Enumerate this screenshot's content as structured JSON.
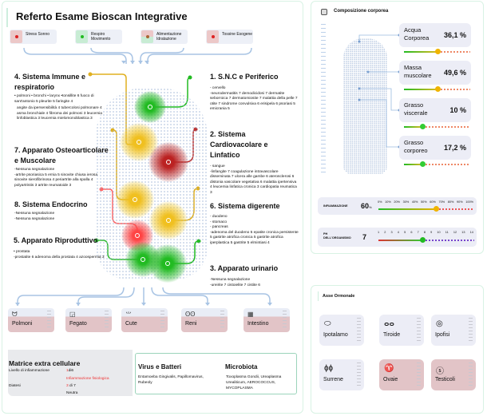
{
  "title": "Referto Esame Bioscan Integrative",
  "factors": [
    {
      "label": "Stress Sonno",
      "status": "red"
    },
    {
      "label": "Respiro Movimento",
      "status": "green"
    },
    {
      "label": "Alimentazione Idratazione",
      "status": "red-green"
    },
    {
      "label": "Tossine Esogene",
      "status": "red"
    }
  ],
  "systems": {
    "s4": {
      "title": "4. Sistema Immune e respiratorio",
      "items": "• polmoni • bronchi • larynx •tonsillite 6 fuoco di sant'antonio 5 pleurite 5 faringite 4",
      "detail": "angite da ipersensibilità 4 tubercolosi polmonare 4 asma bronchiale 4 fibroma dei polmoni 3 leucemia linfoblastica 3 leucemia mielomonoblastica 3"
    },
    "s7": {
      "title": "7. Apparato Osteoarticolare e Muscolare",
      "items": "-Nessuna segnalazione",
      "detail": "-artrite psoriasica 5 ernia 5 sinovite chiusa ierosa sinovite sierofibrinosa 4 periartrite alla spalla 4 polyartristis 3 artrite reumatoide 3"
    },
    "s8": {
      "title": "8. Sistema Endocrino",
      "items": "-Nessuna    segnalazione",
      "detail": "-Nessuna segnalazione"
    },
    "s5": {
      "title": "5. Apparato Riproduttivo",
      "items": "• prostata",
      "detail": "-prostatite 6 adenoma della prostata 4 azoospermia 3"
    },
    "s1": {
      "title": "1. S.N.C e Periferico",
      "items": "- cervello",
      "detail": "-neurodermatitis 7 demodicidosi 7 dermatite seborroica 7 dermatomiosite 7 malattia della pelle 7 otite 7 sindrome convulsiva 6 erisipela 6 psoriasi 5 emicrania 5"
    },
    "s2": {
      "title": "2. Sistema Cardiovacolare e Linfatico",
      "items": "- sangue",
      "detail": "-linfangite 7 coagulazione intravascolare disseminata 7 ulcera alle gambe 6 aterosclerosi 6 distonia vascolare vegetativa 6 malattia ipertensiva 4 leucemia linfatica cronica 3 cardiopatia reumatica 3"
    },
    "s6": {
      "title": "6. Sistema digerente",
      "items": "- duodeno\n- stomaco\n- pancreas",
      "detail": "-adenoma del duodeno 5 epatite cronica persistente 5 gastrite atrofica cronica 5 gastrite atrofica iperplastica 5 gastrite 5 elmintiasi 4"
    },
    "s3": {
      "title": "3. Apparato urinario",
      "items": "-Nessuna segnalazione",
      "detail": "-ureirite 7 cistoielite 7 cistite 6"
    }
  },
  "organs": [
    {
      "label": "Polmoni",
      "icon": "lungs-icon"
    },
    {
      "label": "Fegato",
      "icon": "liver-icon"
    },
    {
      "label": "Cute",
      "icon": "skin-icon"
    },
    {
      "label": "Reni",
      "icon": "kidneys-icon"
    },
    {
      "label": "Intestino",
      "icon": "intestine-icon"
    }
  ],
  "matrix": {
    "title": "Matrice extra cellulare",
    "inflammation_label": "Livello di infiammazione",
    "inflammation_value": "1",
    "inflammation_of": "di6",
    "inflammation_text": "Infiammazione fisiologica",
    "diatesi_label": "Diatesi",
    "diatesi_value": "3",
    "diatesi_of": " di 7",
    "diatesi_text": "Neutra"
  },
  "virus": {
    "title": "Virus e Batteri",
    "text": "Entamoeba Gingivalis, Papillomavirus, Rubeoly"
  },
  "microbiota": {
    "title": "Microbiota",
    "text": "Toxoplasma Gondii, Ureaplasma Urealiticum, AEROCOCCUS, MYCOPLASMA"
  },
  "composition": {
    "title": "Composizione corporea",
    "items": [
      {
        "label": "Acqua\nCorporea",
        "value": "36,1 %",
        "level": 0.51,
        "color": "#f0b400"
      },
      {
        "label": "Massa\nmuscolare",
        "value": "49,6 %",
        "level": 0.51,
        "color": "#f0b400"
      },
      {
        "label": "Grasso\nviscerale",
        "value": "10 %",
        "level": 0.28,
        "color": "#3c3"
      },
      {
        "label": "Grasso\ncorporeo",
        "value": "17,2 %",
        "level": 0.28,
        "color": "#3c3"
      }
    ]
  },
  "inflammation": {
    "label": "INFIAMMAZIONE",
    "value": "60",
    "unit": "%",
    "ticks": [
      "0%",
      "10%",
      "20%",
      "30%",
      "40%",
      "50%",
      "60%",
      "70%",
      "80%",
      "90%",
      "100%"
    ],
    "level": 0.6
  },
  "ph": {
    "label": "PH DELL'ORGANISMO",
    "value": "7",
    "ticks": [
      "1",
      "2",
      "3",
      "4",
      "5",
      "6",
      "7",
      "8",
      "9",
      "10",
      "11",
      "12",
      "13",
      "14"
    ],
    "level": 0.4615
  },
  "hormonal": {
    "title": "Asse Ormonale",
    "items": [
      {
        "label": "Ipotalamo",
        "icon": "hypothalamus-icon",
        "flag": false
      },
      {
        "label": "Tiroide",
        "icon": "thyroid-icon",
        "flag": false
      },
      {
        "label": "Ipofisi",
        "icon": "pituitary-icon",
        "flag": false
      },
      {
        "label": "Surrene",
        "icon": "adrenal-icon",
        "flag": false
      },
      {
        "label": "Ovaie",
        "icon": "ovaries-icon",
        "flag": true
      },
      {
        "label": "Testicoli",
        "icon": "testicles-icon",
        "flag": true
      }
    ]
  },
  "colors": {
    "red": "#d22",
    "green": "#2b2",
    "yellow": "#e8b400",
    "accent": "#9bbbe0"
  }
}
